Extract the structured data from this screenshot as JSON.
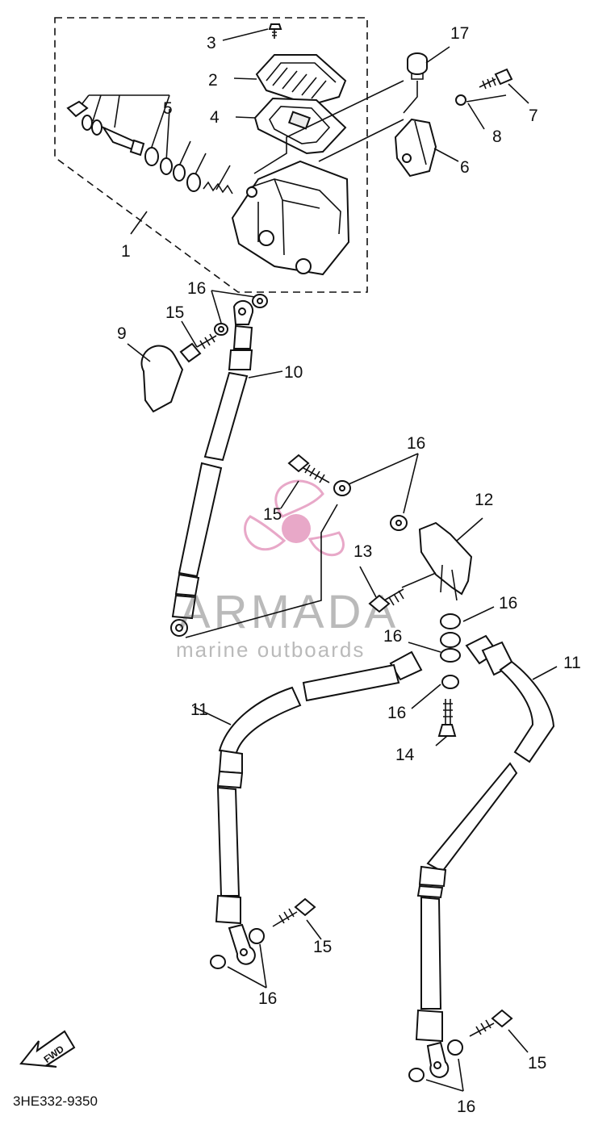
{
  "callouts": {
    "c1": "1",
    "c2": "2",
    "c3": "3",
    "c4": "4",
    "c5": "5",
    "c6": "6",
    "c7": "7",
    "c8": "8",
    "c9": "9",
    "c10": "10",
    "c11a": "11",
    "c11b": "11",
    "c12": "12",
    "c13": "13",
    "c14": "14",
    "c15a": "15",
    "c15b": "15",
    "c15c": "15",
    "c15d": "15",
    "c16a": "16",
    "c16b": "16",
    "c16c": "16",
    "c16d": "16",
    "c16e": "16",
    "c16f": "16",
    "c16g": "16",
    "c17": "17"
  },
  "fwd_label": "FWD",
  "diagram_code": "3HE332-9350",
  "watermark": {
    "brand": "ARMADA",
    "tagline": "marine outboards",
    "logo_color": "#e8a8c8"
  }
}
